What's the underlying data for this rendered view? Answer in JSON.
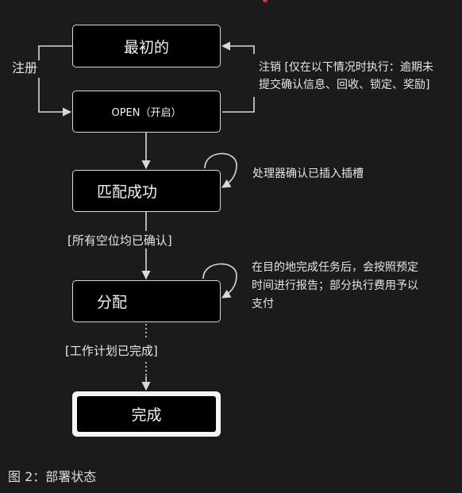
{
  "states": {
    "initial": "最初的",
    "open": "OPEN（开启）",
    "matched": "匹配成功",
    "assigned": "分配",
    "completed": "完成"
  },
  "transitions": {
    "register": "注册",
    "cancel_line1": "注销 [仅在以下情况时执行：逾期未",
    "cancel_line2": "提交确认信息、回收、锁定、奖励]",
    "processor_confirmed": "处理器确认已插入插槽",
    "all_slots_confirmed": "[所有空位均已确认]",
    "arrival_line1": "在目的地完成任务后，会按照预定",
    "arrival_line2": "时间进行报告；部分执行费用予以",
    "arrival_line3": "支付",
    "work_plan_completed": "[工作计划已完成]"
  },
  "caption": "图 2：部署状态",
  "colors": {
    "background": "#1b1b1b",
    "node_fill": "#000000",
    "node_border": "#d8d8d8",
    "text": "#e6e6e6"
  }
}
